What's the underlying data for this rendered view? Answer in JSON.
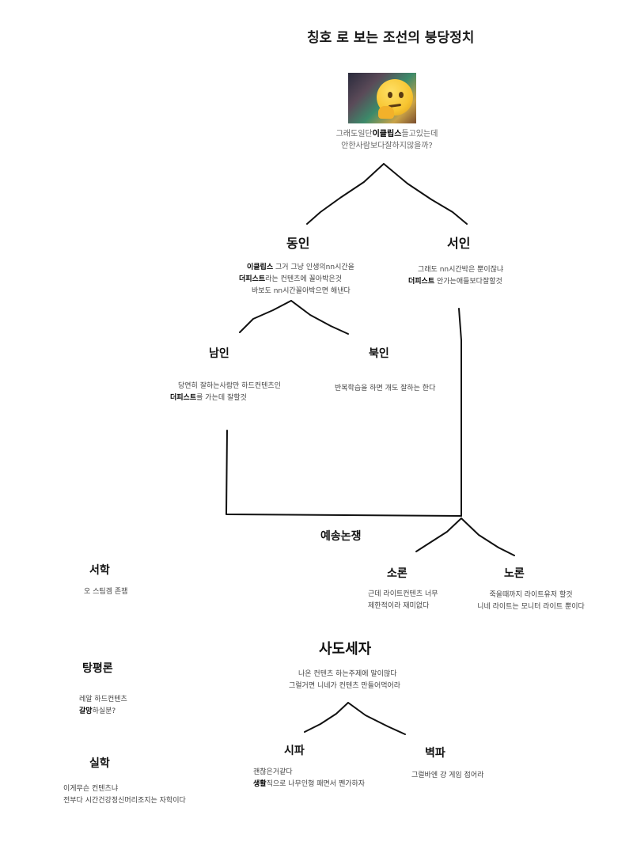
{
  "title": {
    "pre": "칭호",
    "main": "로 보는 조선의 붕당정치"
  },
  "root": {
    "line1_a": "그래도일단",
    "line1_b": "이클립스",
    "line1_c": "들고있는데",
    "line2": "안한사람보다잘하지않을까?"
  },
  "dongin": {
    "label": "동인",
    "l1_a": "이클립스",
    "l1_b": " 그거 그냥 인생의nn시간을",
    "l2_a": "더피스트",
    "l2_b": "라는 컨텐츠에 꼴아박은것",
    "l3": "바보도 nn시간꼴아박으면 해낸다"
  },
  "seoin": {
    "label": "서인",
    "l1": "그래도 nn시간박은 뿐이잖냐",
    "l2_a": "더피스트",
    "l2_b": " 안가는애들보다잘할것"
  },
  "namin": {
    "label": "남인",
    "l1": "당연히 잘하는사람만 하드컨텐츠인",
    "l2_a": "더피스트",
    "l2_b": "를 가는데 잘할것"
  },
  "bukin": {
    "label": "북인",
    "l1": "반복학습을 하면 개도 잘하는 한다"
  },
  "yesong": {
    "label": "예송논쟁"
  },
  "soron": {
    "label": "소론",
    "l1": "근데 라이트컨텐츠 너무",
    "l2": "제한적이라 재미없다"
  },
  "noron": {
    "label": "노론",
    "l1": "죽을때까지 라이트유저 할것",
    "l2": "니네 라이트는 모니터 라이트 뿐이다"
  },
  "seohak": {
    "label": "서학",
    "l1": "오 스팀겜 존잼"
  },
  "tangpyeong": {
    "label": "탕평론",
    "l1": "레알 하드컨텐츠",
    "l2_a": "갈망",
    "l2_b": "하실분?"
  },
  "silhak": {
    "label": "실학",
    "l1": "이게무슨 컨텐츠냐",
    "l2": "전부다 시간건강정신머리조지는 자학이다"
  },
  "sado": {
    "label": "사도세자",
    "l1": "나온 컨텐츠 하는주제에 말이많다",
    "l2": "그럴거면 니네가 컨텐츠 만들어먹어라"
  },
  "sipa": {
    "label": "시파",
    "l1": "괜찮은거같다",
    "l2_a": "생활",
    "l2_b": "직으로 나무인형 패면서 쩬가하자"
  },
  "byeokpa": {
    "label": "벽파",
    "l1": "그럴바엔 걍 게임 접어라"
  }
}
